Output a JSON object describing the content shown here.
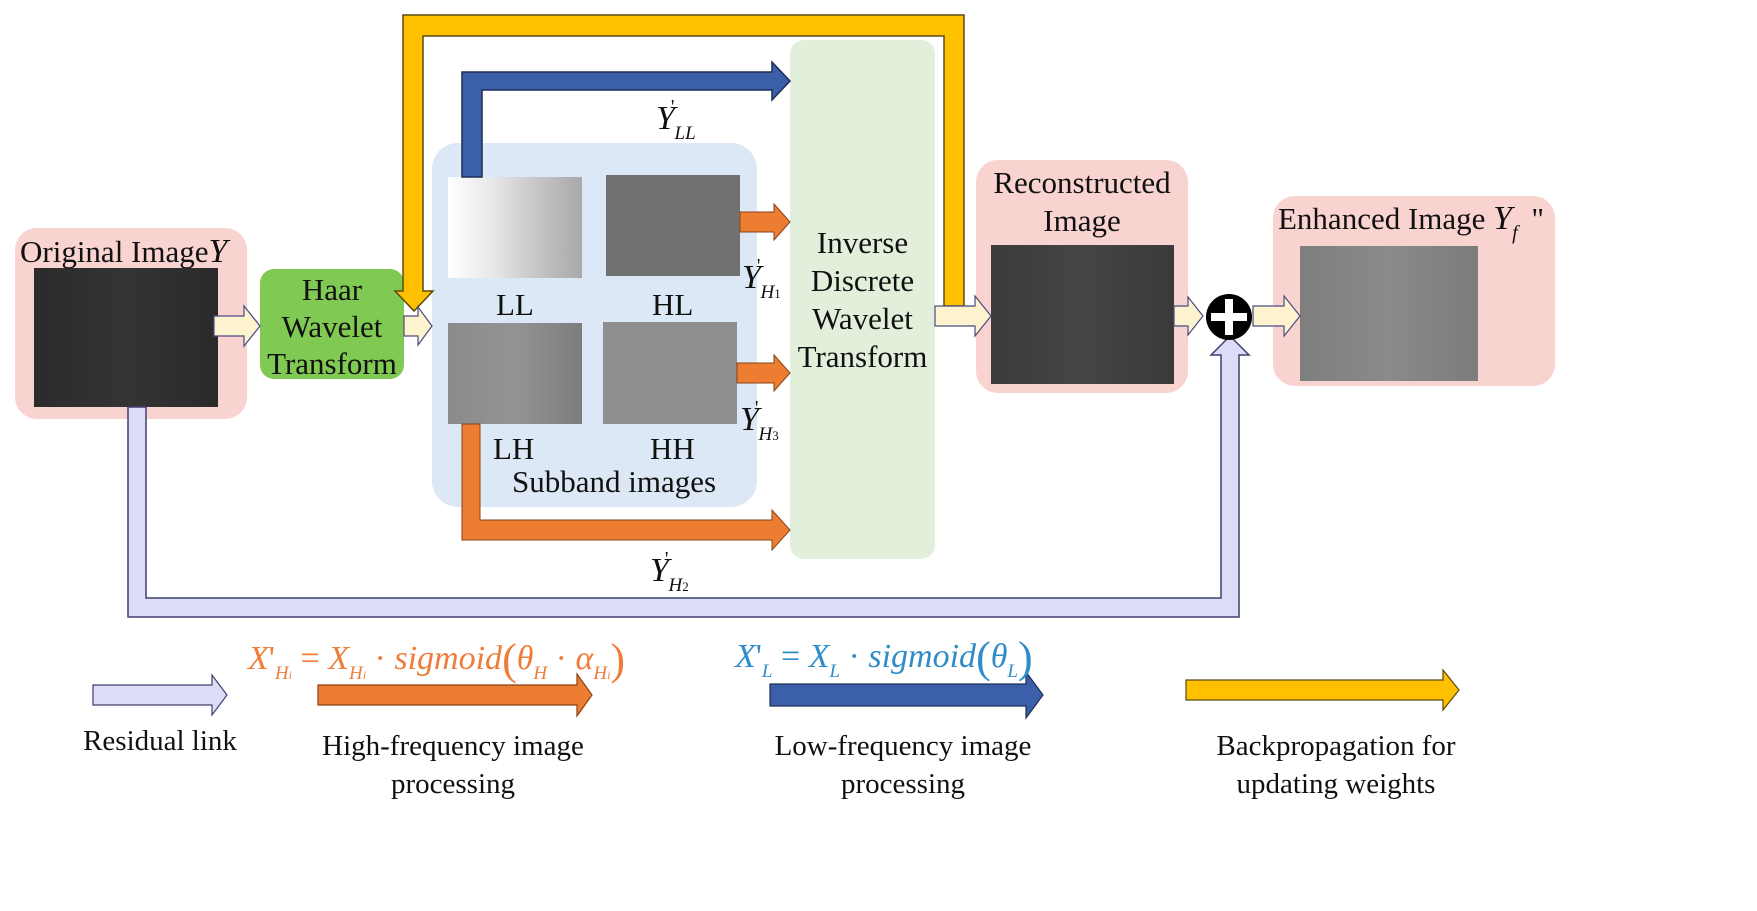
{
  "colors": {
    "pink_panel": "#f8d3d0",
    "green_box": "#80c953",
    "blue_panel": "#dce8f5",
    "mint_panel": "#e2efdb",
    "residual": "#dcdcf6",
    "residual_stroke": "#3e3e70",
    "high_freq": "#ed7d31",
    "low_freq": "#3b5fa8",
    "backprop": "#ffc000",
    "flow_arrow": "#fdf3cf",
    "eq_orange": "#ef7d3a",
    "eq_blue": "#2e8cc7"
  },
  "nodes": {
    "original": {
      "label": "Original Image",
      "symbol": "Y"
    },
    "haar": {
      "line1": "Haar",
      "line2": "Wavelet",
      "line3": "Transform"
    },
    "subbands": {
      "ll": "LL",
      "hl": "HL",
      "lh": "LH",
      "hh": "HH",
      "caption": "Subband images"
    },
    "idwt": {
      "line1": "Inverse",
      "line2": "Discrete",
      "line3": "Wavelet",
      "line4": "Transform"
    },
    "reconstructed": {
      "line1": "Reconstructed",
      "line2": "Image"
    },
    "enhanced": {
      "label": "Enhanced Image",
      "symbol": "Y",
      "sub": "f",
      "mark": "\""
    },
    "sum": {
      "symbol": "⊕"
    }
  },
  "signals": {
    "y_ll": {
      "base": "Y",
      "sub": "LL",
      "prime": "'"
    },
    "y_h1": {
      "base": "Y",
      "sub": "H",
      "subsub": "1",
      "prime": "'"
    },
    "y_h2": {
      "base": "Y",
      "sub": "H",
      "subsub": "2",
      "prime": "'"
    },
    "y_h3": {
      "base": "Y",
      "sub": "H",
      "subsub": "3",
      "prime": "'"
    }
  },
  "equations": {
    "high": {
      "lhs": "X",
      "lhs_sub": "H",
      "lhs_subsub": "i",
      "rhs1": "X",
      "rhs1_sub": "H",
      "rhs1_subsub": "i",
      "fn": "sigmoid",
      "theta": "θ",
      "theta_sub": "H",
      "alpha": "α",
      "alpha_sub": "H",
      "alpha_subsub": "i"
    },
    "low": {
      "lhs": "X",
      "lhs_sub": "L",
      "rhs1": "X",
      "rhs1_sub": "L",
      "fn": "sigmoid",
      "theta": "θ",
      "theta_sub": "L"
    }
  },
  "legend": {
    "residual": "Residual link",
    "high_line1": "High-frequency image",
    "high_line2": "processing",
    "low_line1": "Low-frequency image",
    "low_line2": "processing",
    "back_line1": "Backpropagation for",
    "back_line2": "updating weights"
  }
}
